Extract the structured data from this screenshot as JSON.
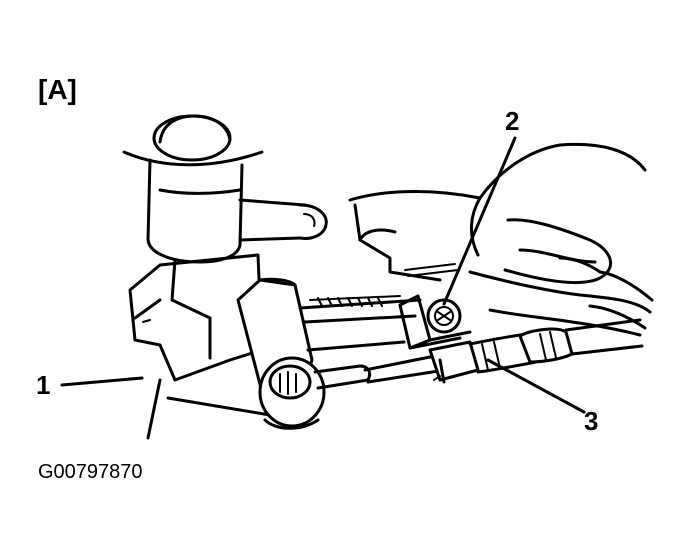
{
  "figure": {
    "panel_label": "[A]",
    "figure_id": "G00797870",
    "callouts": {
      "one": "1",
      "two": "2",
      "three": "3"
    }
  }
}
